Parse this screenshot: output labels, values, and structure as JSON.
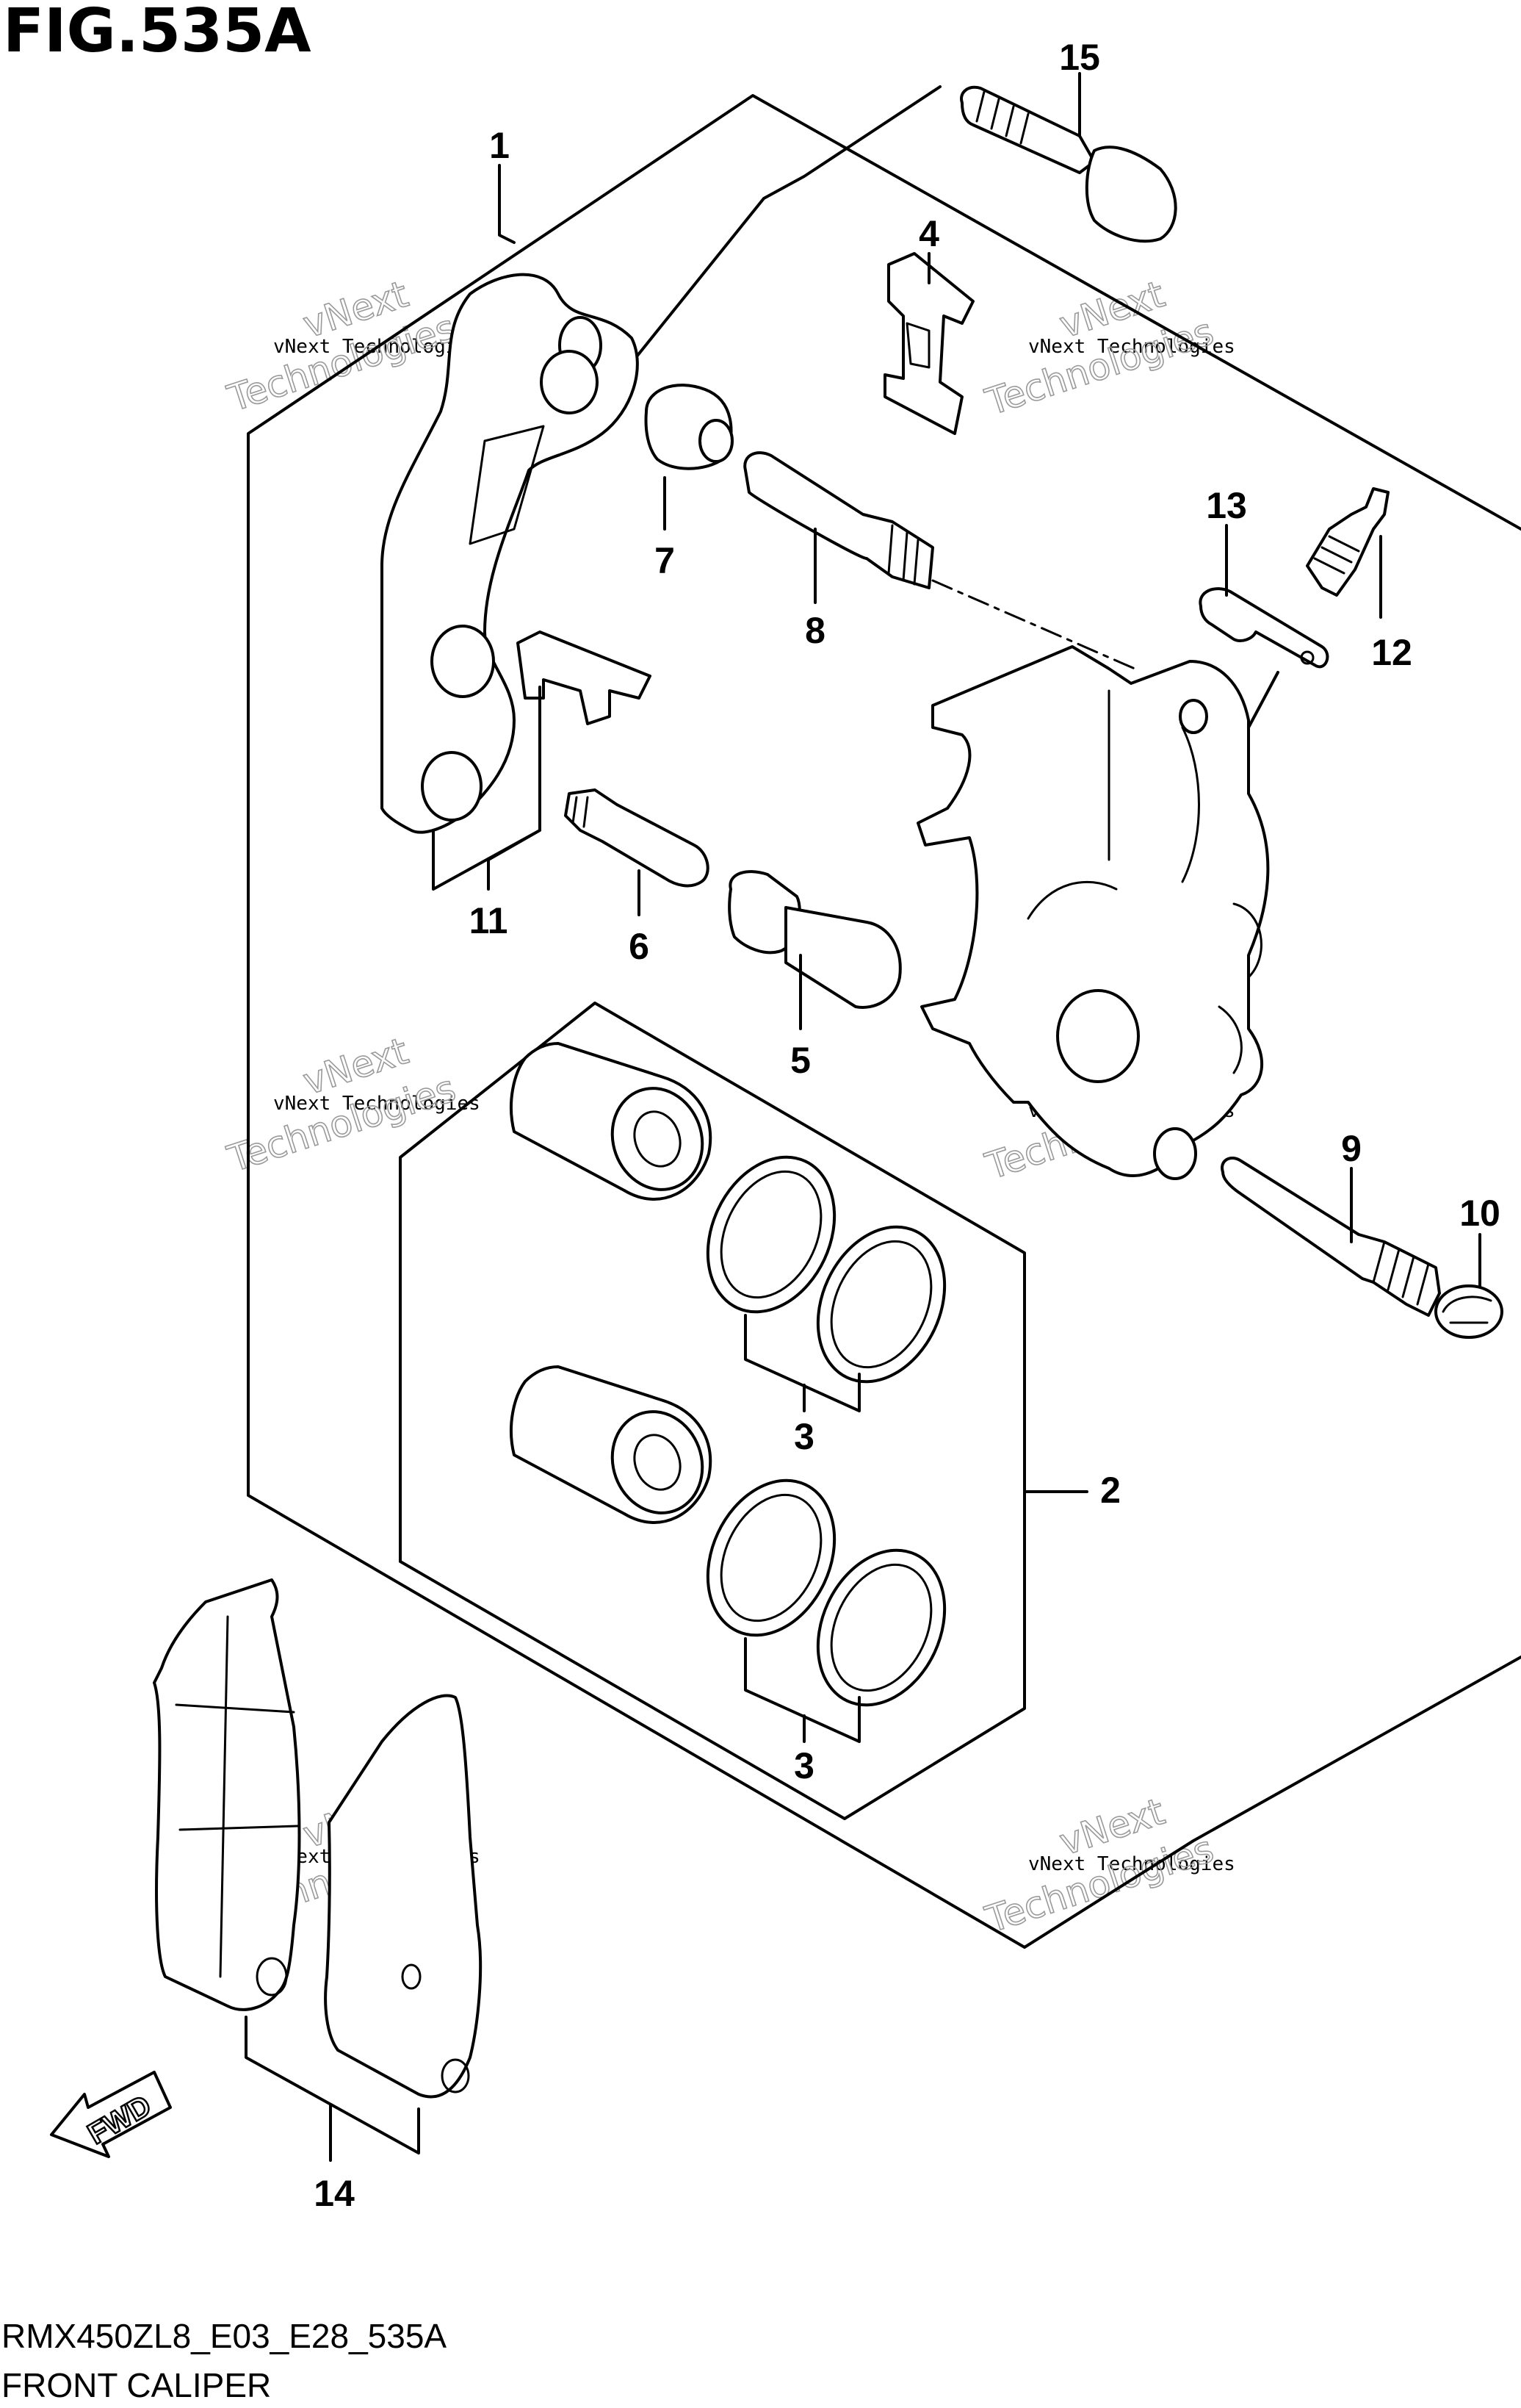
{
  "figure": {
    "title": "FIG.535A",
    "model_code": "RMX450ZL8_E03_E28_535A",
    "section_name": "FRONT CALIPER"
  },
  "parts": [
    {
      "number": "1"
    },
    {
      "number": "2"
    },
    {
      "number": "3"
    },
    {
      "number": "3"
    },
    {
      "number": "4"
    },
    {
      "number": "5"
    },
    {
      "number": "6"
    },
    {
      "number": "7"
    },
    {
      "number": "8"
    },
    {
      "number": "9"
    },
    {
      "number": "10"
    },
    {
      "number": "11"
    },
    {
      "number": "12"
    },
    {
      "number": "13"
    },
    {
      "number": "14"
    },
    {
      "number": "15"
    }
  ],
  "watermark": {
    "line1": "vNext Technologies",
    "line2": "vNext",
    "line3": "Technologies"
  },
  "direction_arrow": {
    "label": "FWD"
  }
}
